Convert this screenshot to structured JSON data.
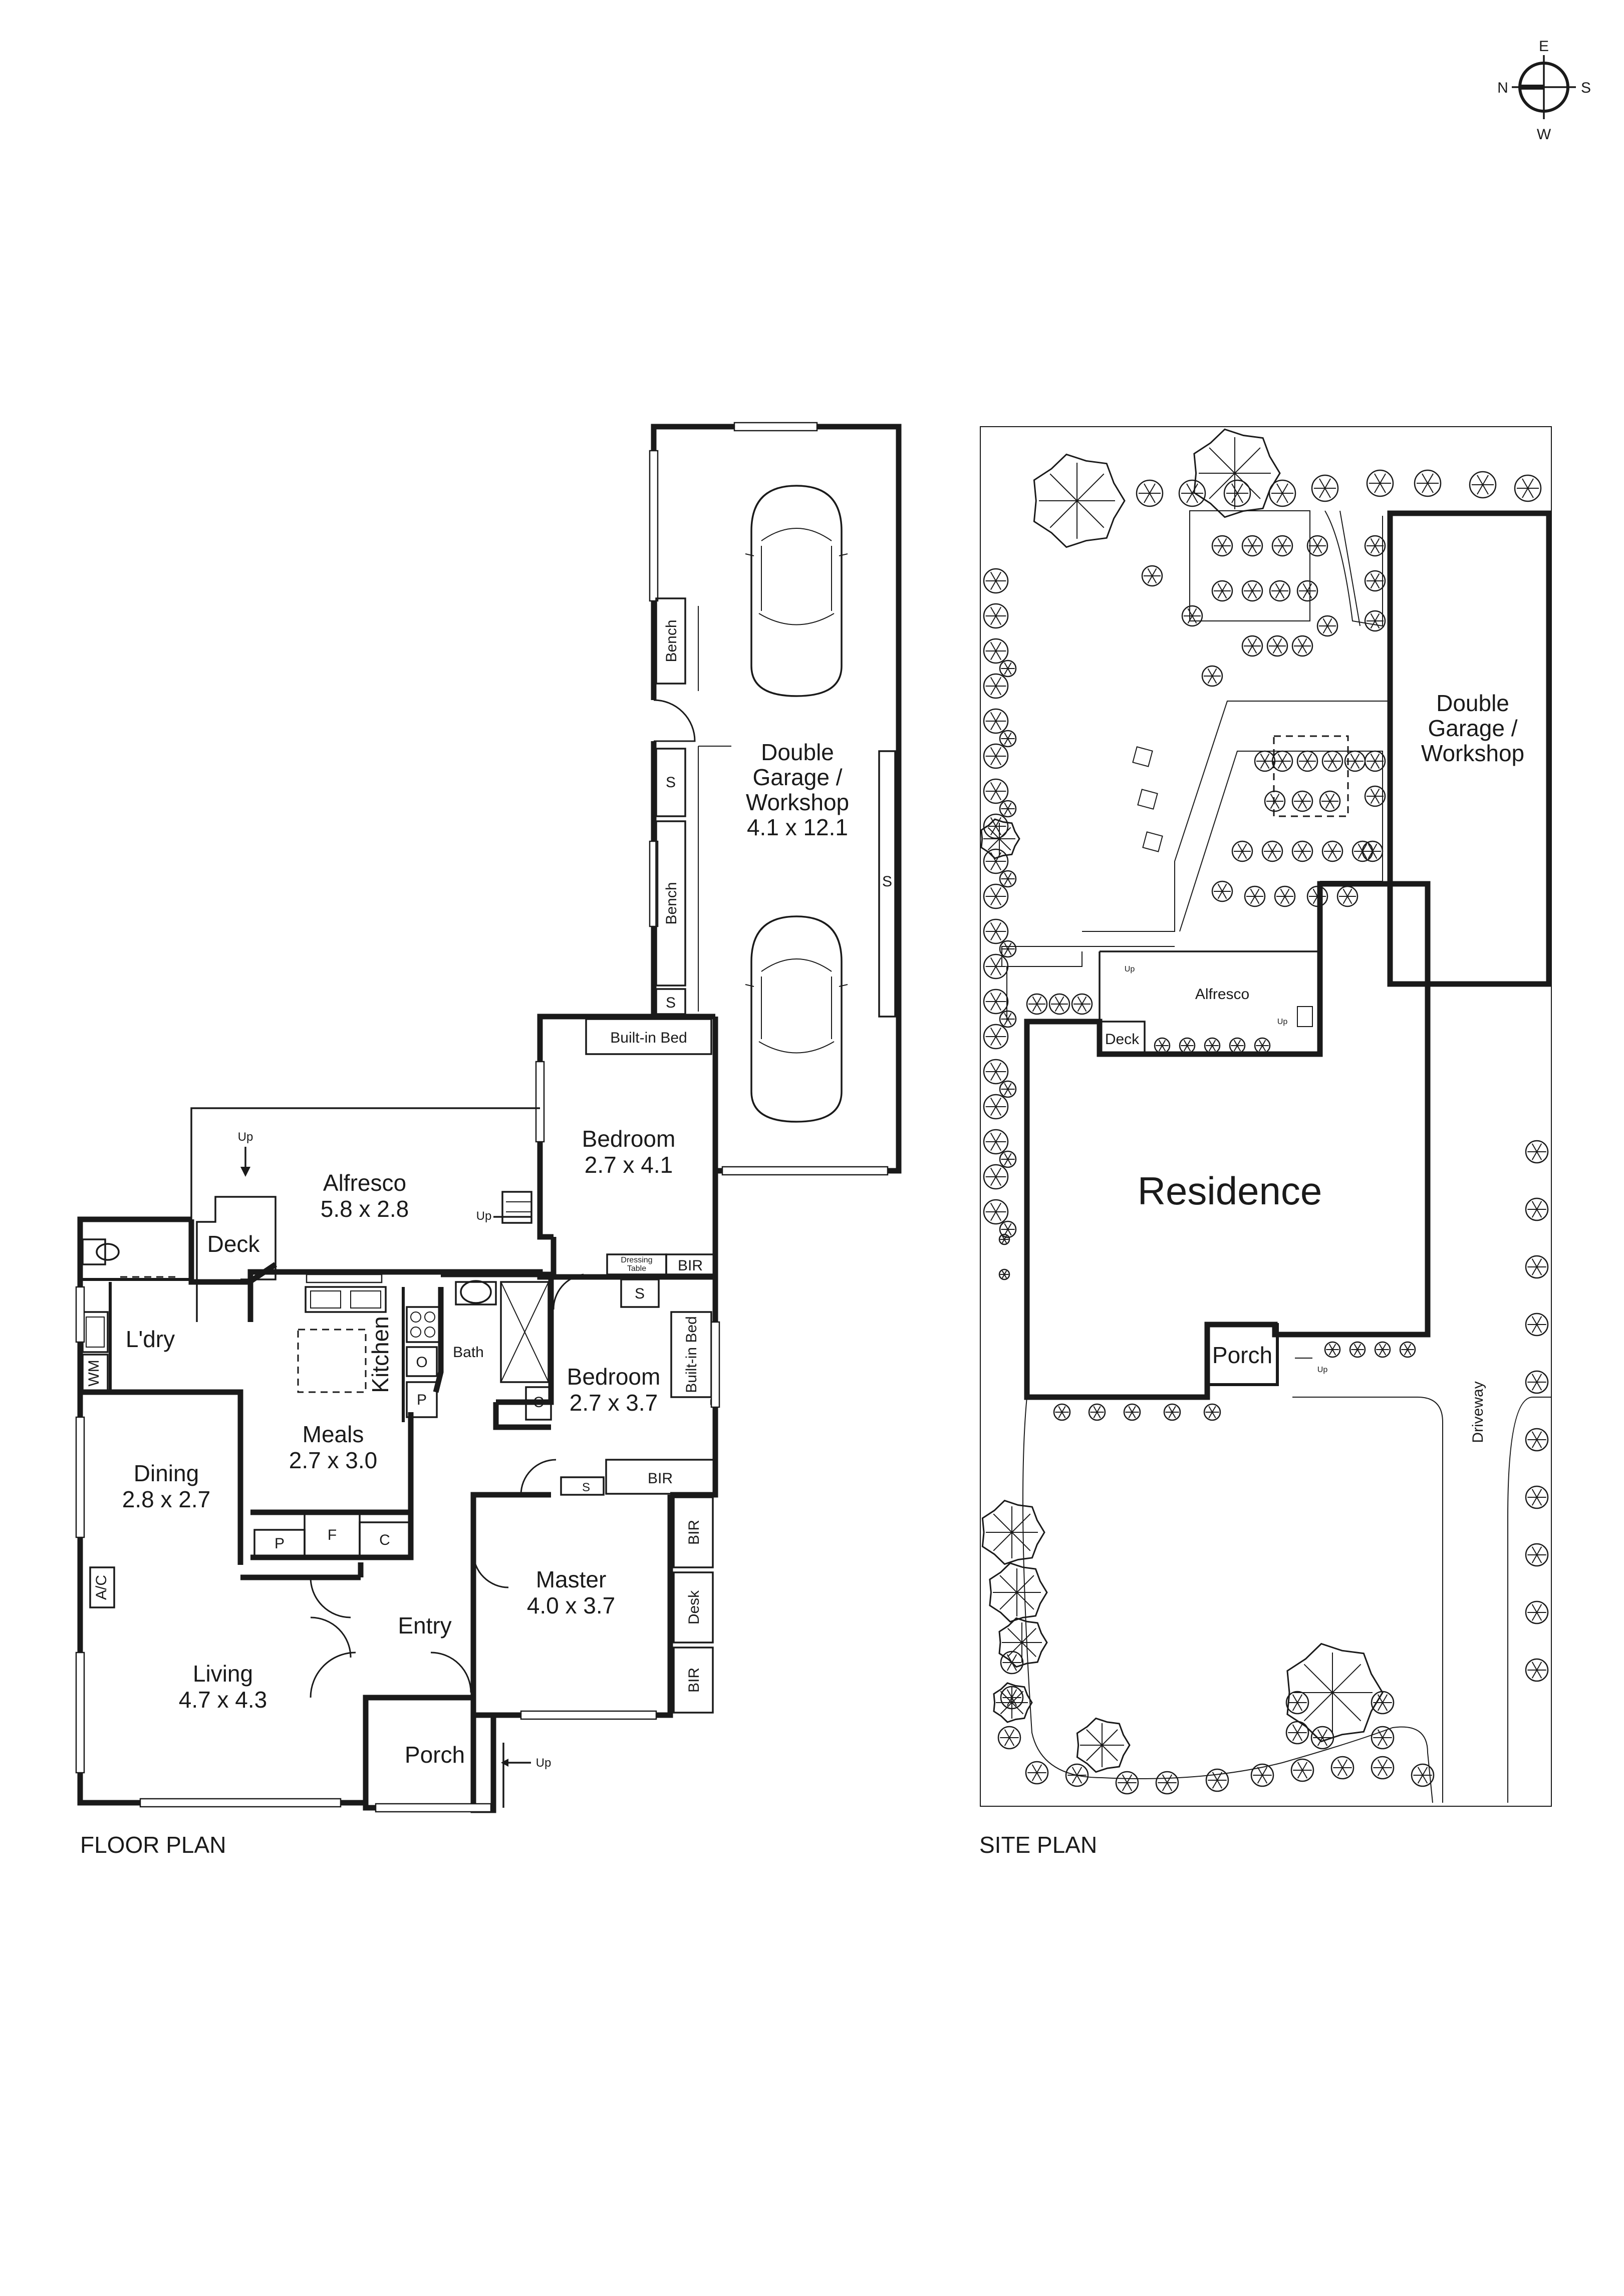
{
  "compass": {
    "north": "N",
    "east": "E",
    "south": "S",
    "west": "W"
  },
  "floor_plan": {
    "caption": "FLOOR PLAN",
    "rooms": {
      "garage_name_line1": "Double",
      "garage_name_line2": "Garage /",
      "garage_name_line3": "Workshop",
      "garage_size": "4.1 x 12.1",
      "bench1": "Bench",
      "bench2": "Bench",
      "shelf1": "S",
      "shelf2": "S",
      "shelf3": "S",
      "shelf4": "S",
      "builtin_bed_1": "Built-in Bed",
      "bedroom1_name": "Bedroom",
      "bedroom1_size": "2.7 x 4.1",
      "alfresco_name": "Alfresco",
      "alfresco_size": "5.8 x 2.8",
      "up1": "Up",
      "up2": "Up",
      "up3": "Up",
      "deck": "Deck",
      "laundry": "L'dry",
      "wm": "WM",
      "dining_name": "Dining",
      "dining_size": "2.8 x 2.7",
      "ac": "A/C",
      "living_name": "Living",
      "living_size": "4.7 x 4.3",
      "meals_name": "Meals",
      "meals_size": "2.7 x 3.0",
      "kitchen": "Kitchen",
      "bath": "Bath",
      "o": "O",
      "p1": "P",
      "p2": "P",
      "f": "F",
      "c1": "C",
      "c2": "C",
      "dressing_line1": "Dressing",
      "dressing_line2": "Table",
      "bir1": "BIR",
      "bir2": "BIR",
      "bir3": "BIR",
      "bir4": "BIR",
      "builtin_bed_2": "Built-in Bed",
      "bedroom2_name": "Bedroom",
      "bedroom2_size": "2.7 x 3.7",
      "s_small": "S",
      "master_name": "Master",
      "master_size": "4.0 x 3.7",
      "desk": "Desk",
      "entry": "Entry",
      "porch": "Porch"
    }
  },
  "site_plan": {
    "caption": "SITE  PLAN",
    "garage_line1": "Double",
    "garage_line2": "Garage /",
    "garage_line3": "Workshop",
    "alfresco": "Alfresco",
    "deck": "Deck",
    "up1": "Up",
    "up2": "Up",
    "up3": "Up",
    "residence": "Residence",
    "porch": "Porch",
    "driveway": "Driveway"
  }
}
